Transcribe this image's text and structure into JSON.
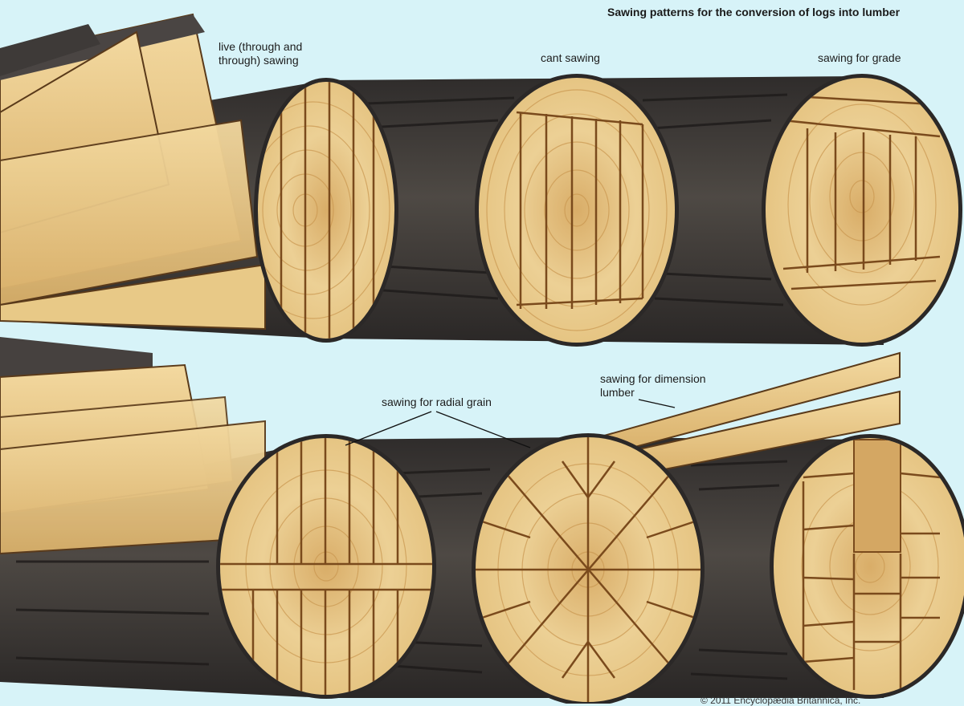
{
  "title": "Sawing patterns for the conversion of logs into lumber",
  "labels": {
    "live": "live (through and\nthrough) sawing",
    "cant": "cant sawing",
    "grade": "sawing for grade",
    "radial": "sawing for radial grain",
    "dimension": "sawing for dimension\nlumber"
  },
  "credit": "© 2011 Encyclopædia Britannica, Inc.",
  "colors": {
    "background": "#d7f3f8",
    "bark": "#3f3c3a",
    "wood": "#e6c381",
    "saw_kerf": "#7a4a1c"
  }
}
